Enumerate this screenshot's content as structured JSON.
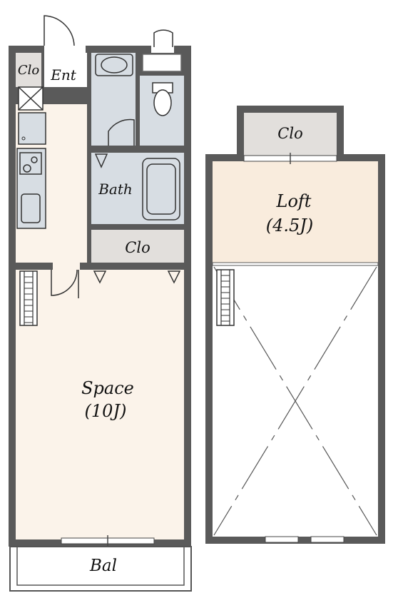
{
  "floor_plan": {
    "rooms": {
      "entrance_closet": "Clo",
      "entrance": "Ent",
      "bath": "Bath",
      "closet": "Clo",
      "space_name": "Space",
      "space_size": "(10J)",
      "balcony": "Bal",
      "loft_closet": "Clo",
      "loft_name": "Loft",
      "loft_size": "(4.5J)"
    },
    "colors": {
      "wall": "#5a5a5a",
      "room_fill": "#fbf3ea",
      "wet_area_fill": "#d7dde3",
      "closet_fill": "#e2dfdc",
      "loft_fill": "#f9ecdd"
    }
  }
}
